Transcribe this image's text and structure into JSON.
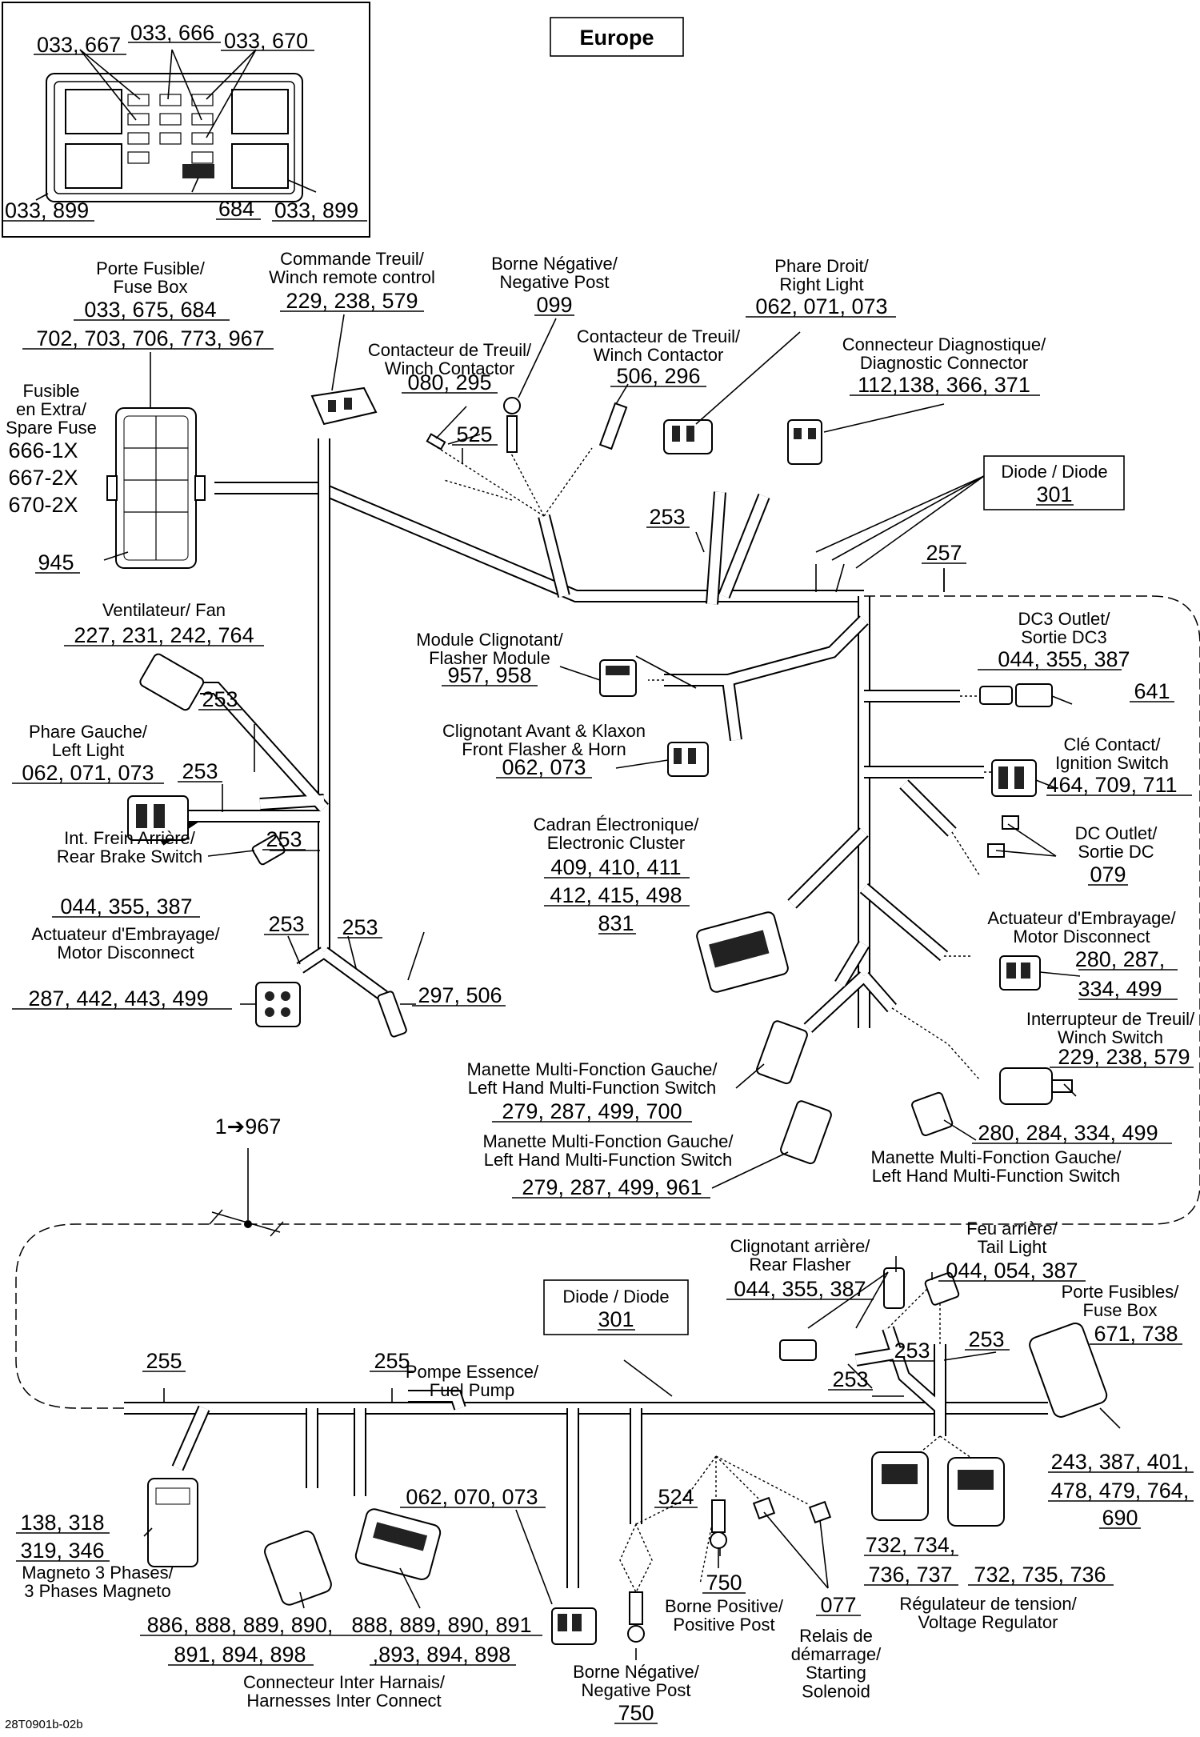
{
  "region": "Europe",
  "drawing_code": "28T0901b-02b",
  "inset": {
    "codes_top": [
      "033, 667",
      "033, 666",
      "033, 670"
    ],
    "codes_bottom": [
      "033, 899",
      "684",
      "033, 899"
    ]
  },
  "fuse_box": {
    "label": "Porte Fusible/\nFuse Box",
    "codes": [
      "033, 675, 684",
      "702, 703, 706, 773, 967"
    ]
  },
  "spare_fuse": {
    "label": "Fusible\nen Extra/\nSpare Fuse",
    "codes": [
      "666-1X",
      "667-2X",
      "670-2X"
    ]
  },
  "ref_945": "945",
  "winch_remote": {
    "label": "Commande Treuil/\nWinch remote control",
    "codes": [
      "229, 238, 579"
    ]
  },
  "winch_contactor_1": {
    "label": "Contacteur de Treuil/\nWinch Contactor",
    "codes": [
      "080, 295"
    ]
  },
  "negative_post_top": {
    "label": "Borne Négative/\nNegative Post",
    "codes": [
      "099"
    ]
  },
  "winch_contactor_2": {
    "label": "Contacteur de Treuil/\nWinch Contactor",
    "codes": [
      "506, 296"
    ]
  },
  "right_light": {
    "label": "Phare Droit/\nRight Light",
    "codes": [
      "062, 071, 073"
    ]
  },
  "diag_connector": {
    "label": "Connecteur Diagnostique/\nDiagnostic Connector",
    "codes": [
      "112,138, 366, 371"
    ]
  },
  "ref_525": "525",
  "ref_253": "253",
  "ref_257": "257",
  "ref_255": "255",
  "diode_top": {
    "label": "Diode / Diode",
    "codes": [
      "301"
    ]
  },
  "diode_bottom": {
    "label": "Diode / Diode",
    "codes": [
      "301"
    ]
  },
  "fan": {
    "label": "Ventilateur/ Fan",
    "codes": [
      "227, 231, 242, 764"
    ]
  },
  "flasher_module": {
    "label": "Module Clignotant/\nFlasher Module",
    "codes": [
      "957, 958"
    ]
  },
  "dc3_outlet": {
    "label": "DC3 Outlet/\nSortie DC3",
    "codes": [
      "044, 355, 387"
    ]
  },
  "ref_641": "641",
  "left_light": {
    "label": "Phare Gauche/\nLeft Light",
    "codes": [
      "062, 071, 073"
    ]
  },
  "front_flasher": {
    "label": "Clignotant Avant & Klaxon\nFront Flasher & Horn",
    "codes": [
      "062, 073"
    ]
  },
  "ignition": {
    "label": "Clé Contact/\nIgnition Switch",
    "codes": [
      "464, 709, 711"
    ]
  },
  "dc_outlet": {
    "label": "DC Outlet/\nSortie DC",
    "codes": [
      "079"
    ]
  },
  "rear_brake": {
    "label": "Int. Frein Arrière/\nRear Brake Switch",
    "codes": [
      "044, 355, 387"
    ]
  },
  "cluster": {
    "label": "Cadran Électronique/\nElectronic Cluster",
    "codes": [
      "409, 410, 411",
      "412, 415, 498",
      "831"
    ]
  },
  "motor_disc_left": {
    "label": "Actuateur d'Embrayage/\nMotor Disconnect",
    "codes": [
      "287, 442, 443, 499"
    ]
  },
  "ref_297_506": "297, 506",
  "motor_disc_right": {
    "label": "Actuateur d'Embrayage/\nMotor Disconnect",
    "codes": [
      "280, 287,",
      "334, 499"
    ]
  },
  "winch_switch": {
    "label": "Interrupteur de Treuil/\nWinch Switch",
    "codes": [
      "229, 238, 579"
    ]
  },
  "lh_switch_1": {
    "label": "Manette Multi-Fonction Gauche/\nLeft Hand Multi-Function Switch",
    "codes": [
      "279, 287, 499, 700"
    ]
  },
  "lh_switch_2": {
    "label": "Manette Multi-Fonction Gauche/\nLeft Hand Multi-Function Switch",
    "codes": [
      "279, 287, 499, 961"
    ]
  },
  "lh_switch_3": {
    "label": "Manette Multi-Fonction Gauche/\nLeft Hand Multi-Function Switch",
    "codes": [
      "280, 284, 334, 499"
    ]
  },
  "continuation": "1➔967",
  "rear_flasher": {
    "label": "Clignotant arrière/\nRear Flasher",
    "codes": [
      "044, 355, 387"
    ]
  },
  "tail_light": {
    "label": "Feu arrière/\nTail Light",
    "codes": [
      "044, 054, 387"
    ]
  },
  "fuse_box_rear": {
    "label": "Porte Fusibles/\nFuse Box",
    "codes": [
      "671, 738"
    ]
  },
  "fuse_box_rear_codes": [
    "243, 387, 401,",
    "478, 479, 764,",
    "690"
  ],
  "fuel_pump": {
    "label": "Pompe Essence/\nFuel Pump",
    "codes": [
      "062, 070, 073"
    ]
  },
  "ref_524": "524",
  "magneto": {
    "label": "Magneto 3 Phases/\n3 Phases Magneto",
    "codes": [
      "138, 318",
      "319, 346"
    ]
  },
  "positive_post": {
    "label": "Borne Positive/\nPositive Post",
    "codes": [
      "750"
    ]
  },
  "solenoid": {
    "label": "Relais de\ndémarrage/\nStarting\nSolenoid",
    "codes": [
      "077"
    ]
  },
  "regulator": {
    "label": "Régulateur de tension/\nVoltage Regulator",
    "codes": [
      "732, 734,",
      "736, 737",
      "732, 735, 736"
    ]
  },
  "inter_connect": {
    "label": "Connecteur Inter Harnais/\nHarnesses Inter Connect",
    "codes": [
      "886, 888, 889, 890,",
      "891, 894, 898",
      "888, 889, 890, 891",
      ",893, 894, 898"
    ]
  },
  "negative_post_bottom": {
    "label": "Borne Négative/\nNegative Post",
    "codes": [
      "750"
    ]
  }
}
